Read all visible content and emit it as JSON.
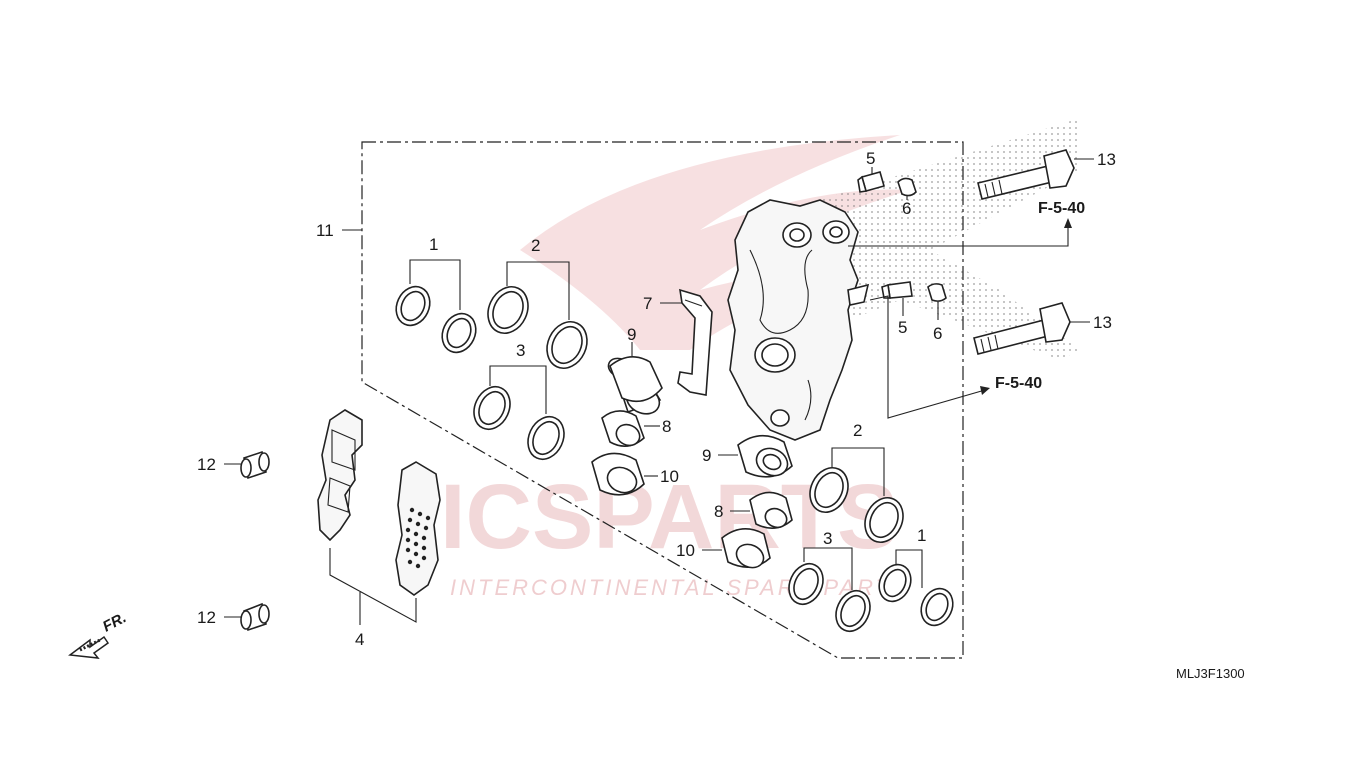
{
  "diagram": {
    "diagram_code": "MLJ3F1300",
    "front_indicator": "FR.",
    "watermark": {
      "main": "ICSPARTS",
      "sub": "INTERCONTINENTAL SPARE PARTS"
    },
    "reference_labels": [
      "F-5-40",
      "F-5-40"
    ],
    "callouts": {
      "c1a": "1",
      "c1b": "1",
      "c2a": "2",
      "c2b": "2",
      "c3a": "3",
      "c3b": "3",
      "c4": "4",
      "c5a": "5",
      "c5b": "5",
      "c6a": "6",
      "c6b": "6",
      "c7": "7",
      "c8a": "8",
      "c8b": "8",
      "c9a": "9",
      "c9b": "9",
      "c10a": "10",
      "c10b": "10",
      "c11": "11",
      "c12a": "12",
      "c12b": "12",
      "c13a": "13",
      "c13b": "13"
    },
    "colors": {
      "line": "#222222",
      "watermark": "#e9b9bb",
      "background": "#ffffff"
    }
  }
}
